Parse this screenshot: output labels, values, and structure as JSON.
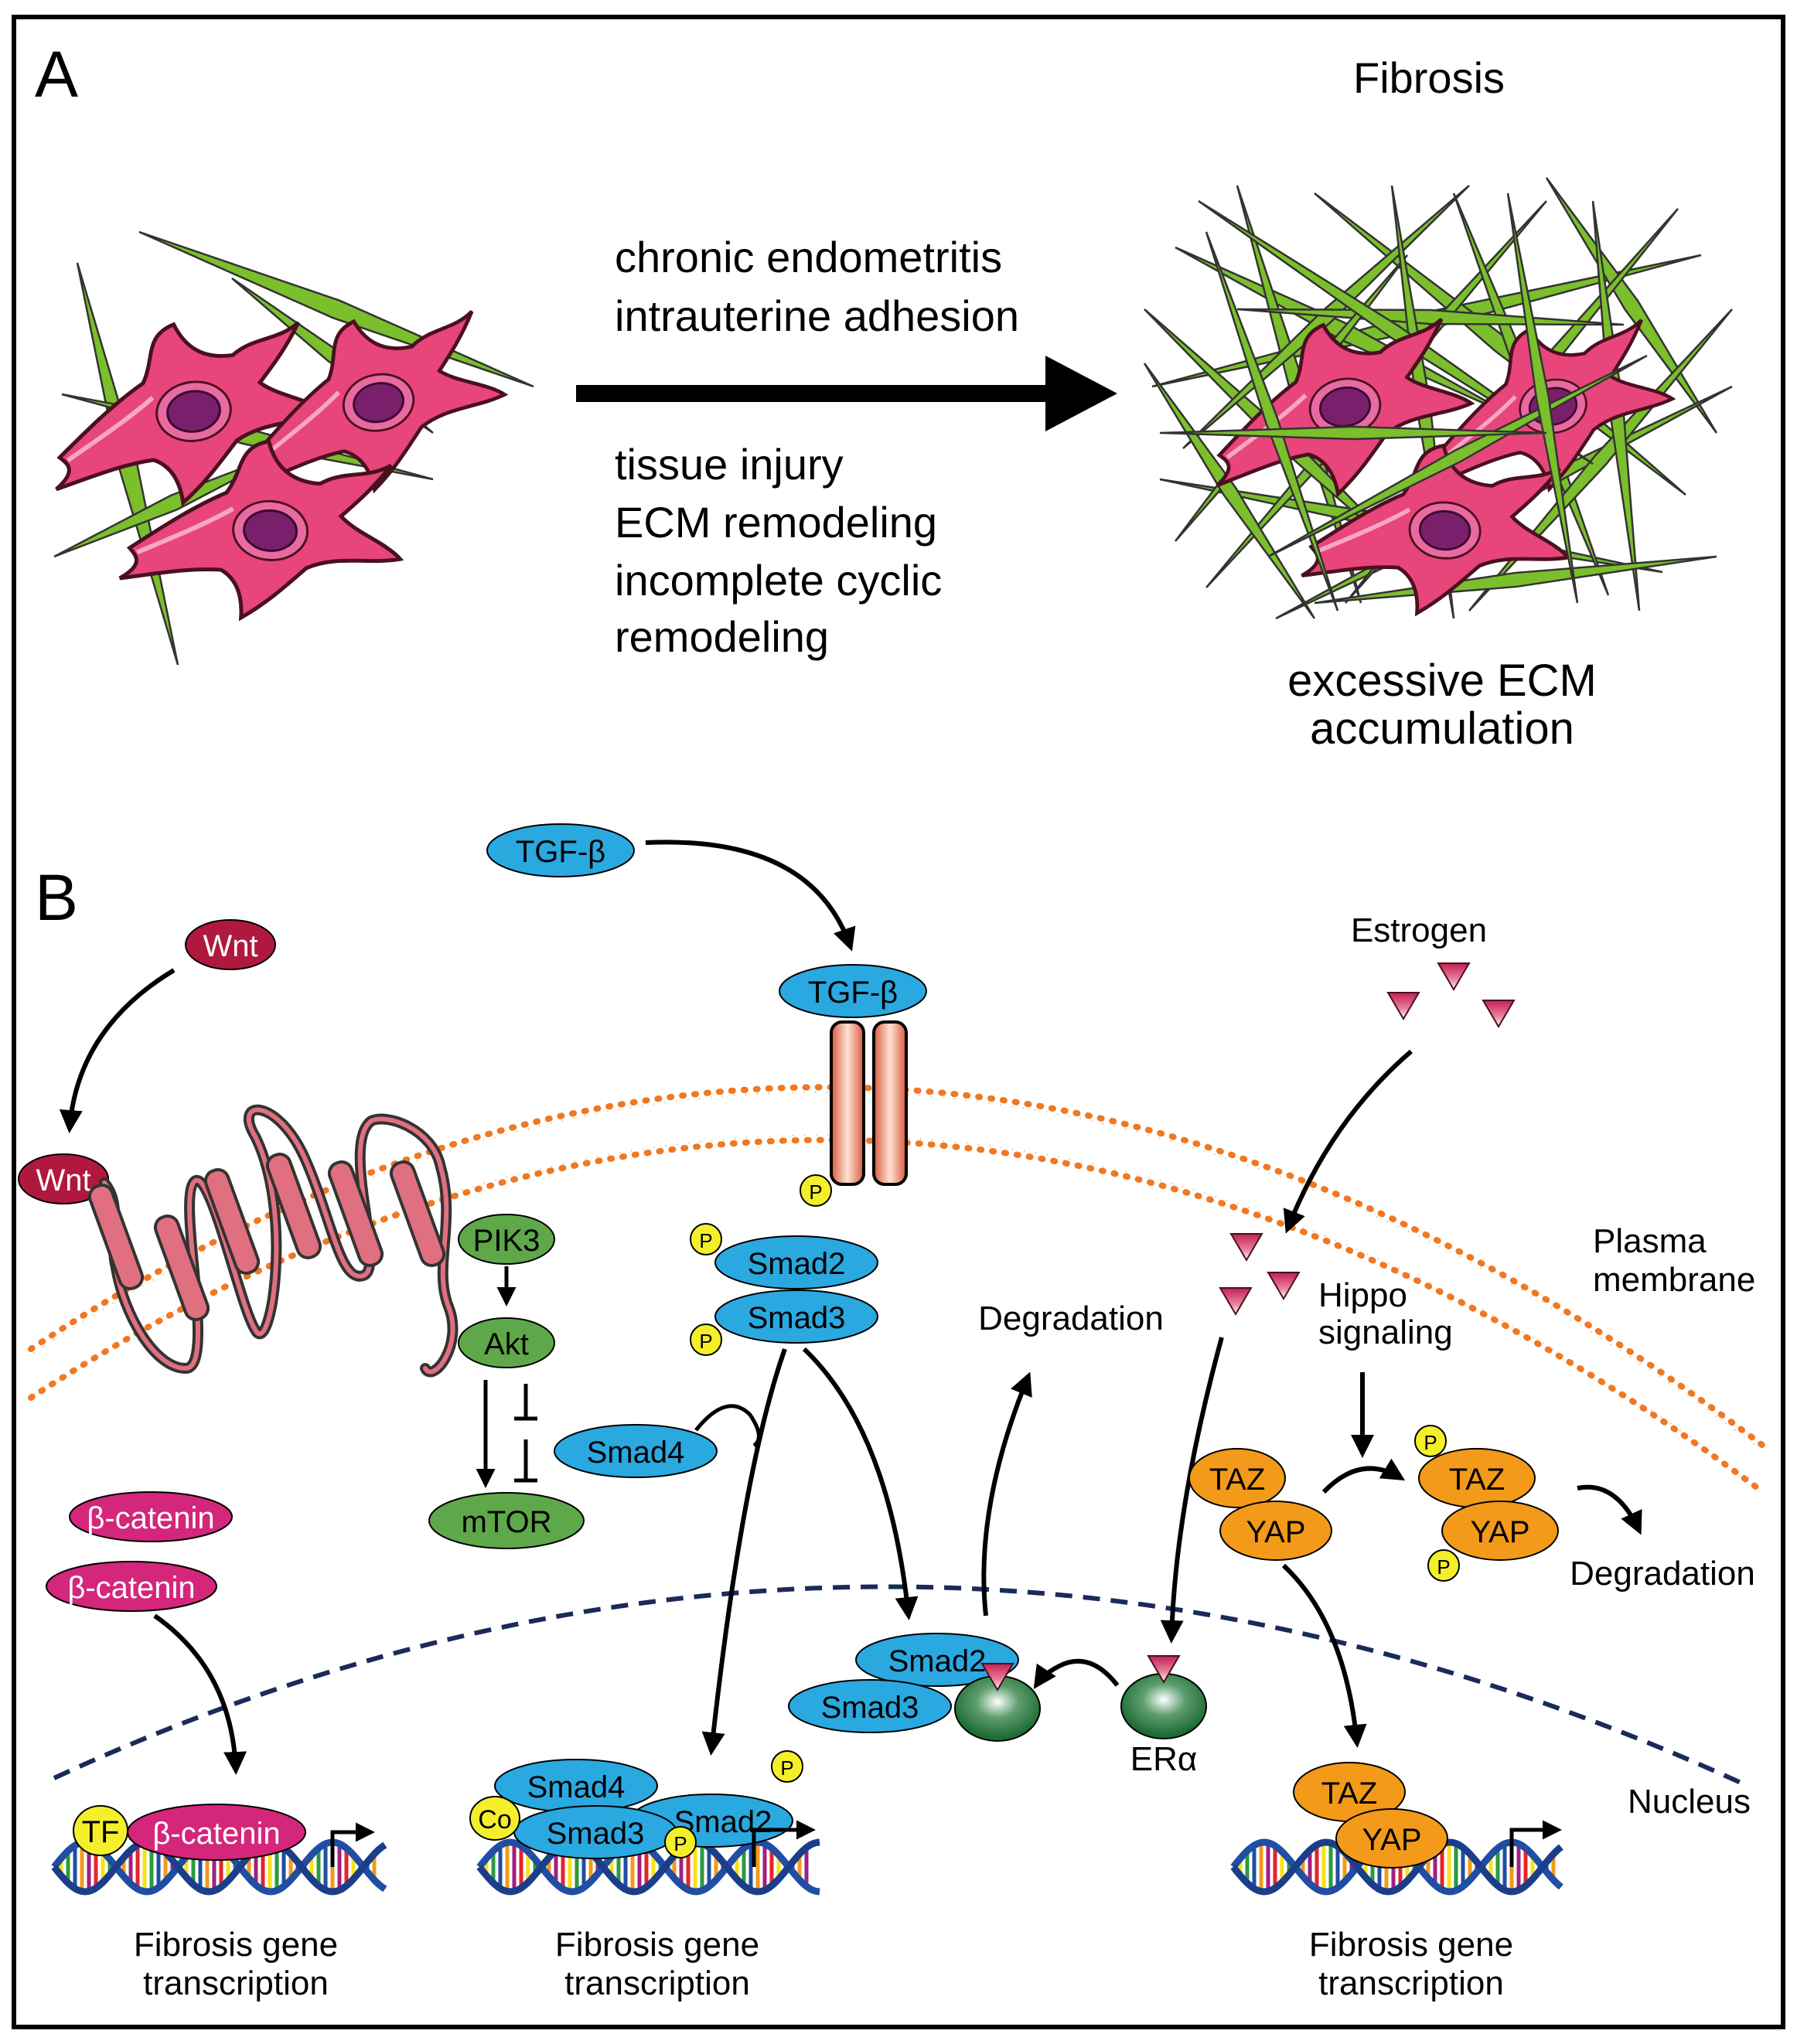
{
  "colors": {
    "frame": "#000000",
    "fiber_fill": "#7bbf2c",
    "fiber_edge": "#333333",
    "cell_fill": "#e8457a",
    "cell_edge": "#4a1020",
    "nucleus_fill": "#7a1f6b",
    "membrane": "#f07822",
    "tgf_blue": "#2aa8e0",
    "pi3k_green": "#5ea84a",
    "erk_dark_green": "#1e6b34",
    "wnt_red": "#b0183e",
    "catenin_magenta": "#d4267a",
    "taz_orange": "#f39a1a",
    "phospho_yellow": "#f4ef2a",
    "estrogen_pink": "#c41f55",
    "receptor_pink": "#e0707f",
    "nucleus_dash": "#1a2a5a"
  },
  "panel_a": {
    "label": "A",
    "right_title": "Fibrosis",
    "arrow_top_lines": [
      "chronic endometritis",
      "intrauterine adhesion"
    ],
    "arrow_bottom_lines": [
      "tissue injury",
      "ECM remodeling",
      "incomplete cyclic",
      "remodeling"
    ],
    "right_caption_lines": [
      "excessive ECM",
      "accumulation"
    ]
  },
  "panel_b": {
    "label": "B",
    "tgf_ligand": "TGF-β",
    "tgf_receptor_label": "TGF-β",
    "wnt_free": "Wnt",
    "wnt_bound": "Wnt",
    "pik3": "PIK3",
    "akt": "Akt",
    "mtor": "mTOR",
    "smad2": "Smad2",
    "smad3": "Smad3",
    "smad4": "Smad4",
    "smad2_nuclear": "Smad2",
    "smad3_nuclear": "Smad3",
    "smad4_dna": "Smad4",
    "smad2_dna": "Smad2",
    "smad3_dna": "Smad3",
    "co_label": "Co",
    "phospho_label": "P",
    "degradation_mid": "Degradation",
    "degradation_right": "Degradation",
    "estrogen": "Estrogen",
    "hippo_lines": [
      "Hippo",
      "signaling"
    ],
    "plasma_membrane_lines": [
      "Plasma",
      "membrane"
    ],
    "taz": "TAZ",
    "yap": "YAP",
    "taz_p": "TAZ",
    "yap_p": "YAP",
    "taz_dna": "TAZ",
    "yap_dna": "YAP",
    "er_alpha": "ERα",
    "nucleus": "Nucleus",
    "beta_catenin_1": "β-catenin",
    "beta_catenin_2": "β-catenin",
    "beta_catenin_dna": "β-catenin",
    "tf_label": "TF",
    "transcription_left": [
      "Fibrosis gene",
      "transcription"
    ],
    "transcription_mid": [
      "Fibrosis gene",
      "transcription"
    ],
    "transcription_right": [
      "Fibrosis gene",
      "transcription"
    ]
  }
}
